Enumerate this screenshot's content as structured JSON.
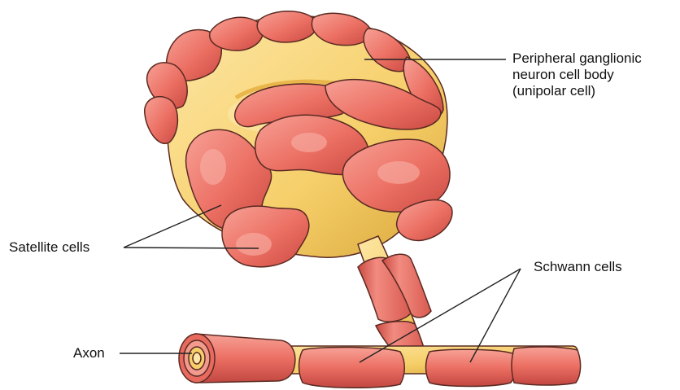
{
  "labels": {
    "cell_body": [
      "Peripheral ganglionic",
      "neuron cell body",
      "(unipolar cell)"
    ],
    "satellite": "Satellite cells",
    "schwann": "Schwann cells",
    "axon": "Axon"
  },
  "colors": {
    "satellite_cell": "#ec6f63",
    "satellite_light": "#f5978c",
    "satellite_dark": "#c94a42",
    "neuron_body": "#f6cf6a",
    "neuron_light": "#fde7a6",
    "neuron_dark": "#d9a63a",
    "outline": "#5a2a22",
    "leader_line": "#222222"
  }
}
